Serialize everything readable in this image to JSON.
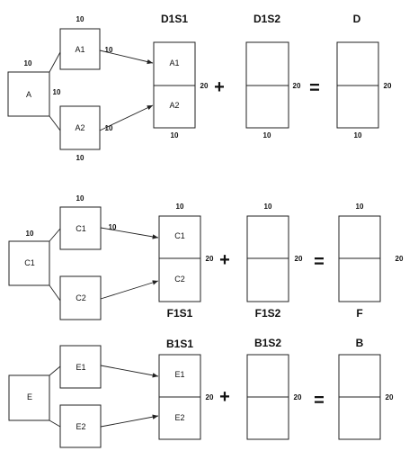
{
  "rows": [
    {
      "source": "A",
      "branches": [
        "A1",
        "A2"
      ],
      "labels": {
        "top": "10",
        "left": "10",
        "mid": "10",
        "bottom": "10"
      },
      "arrow_labels": [
        "10",
        "10"
      ],
      "results": [
        {
          "title": "D1S1",
          "top": "",
          "bottom": "10",
          "cells": [
            "A1",
            "A2"
          ],
          "side": "20"
        },
        {
          "title": "D1S2",
          "top": "",
          "bottom": "10",
          "cells": [
            "",
            ""
          ],
          "side": "20"
        },
        {
          "title": "D",
          "top": "",
          "bottom": "10",
          "cells": [
            "",
            ""
          ],
          "side": "20"
        }
      ]
    },
    {
      "source": "C1",
      "branches": [
        "C1",
        "C2"
      ],
      "labels": {
        "top": "10",
        "left": "10"
      },
      "arrow_labels": [
        "10"
      ],
      "results": [
        {
          "title": "F1S1",
          "top": "10",
          "bottom": "",
          "cells": [
            "C1",
            "C2"
          ],
          "side": "20"
        },
        {
          "title": "F1S2",
          "top": "10",
          "bottom": "",
          "cells": [
            "",
            ""
          ],
          "side": "20"
        },
        {
          "title": "F",
          "top": "10",
          "bottom": "",
          "cells": [
            "",
            ""
          ],
          "side": "20"
        }
      ]
    },
    {
      "source": "E",
      "branches": [
        "E1",
        "E2"
      ],
      "labels": {},
      "arrow_labels": [],
      "results": [
        {
          "title": "B1S1",
          "top": "",
          "bottom": "",
          "cells": [
            "E1",
            "E2"
          ],
          "side": "20"
        },
        {
          "title": "B1S2",
          "top": "",
          "bottom": "",
          "cells": [
            "",
            ""
          ],
          "side": "20"
        },
        {
          "title": "B",
          "top": "",
          "bottom": "",
          "cells": [
            "",
            ""
          ],
          "side": "20"
        }
      ]
    }
  ],
  "operators": {
    "plus": "+",
    "equals": "="
  }
}
